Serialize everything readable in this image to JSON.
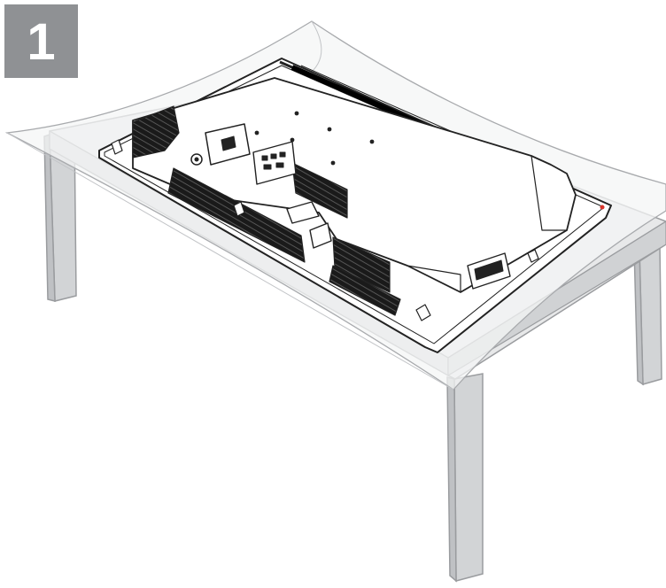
{
  "step": {
    "number": "1"
  },
  "illustration": {
    "subject": "tv-back-panel",
    "support": "table",
    "cover": "soft-cloth",
    "colors": {
      "badge": "#8f9194",
      "table_top": "#e7e8e9",
      "table_legs": "#d2d4d6",
      "tv_body": "#ffffff",
      "vents": "#1a1a1a",
      "outline": "#222222",
      "cloth": "#f4f5f6"
    }
  }
}
